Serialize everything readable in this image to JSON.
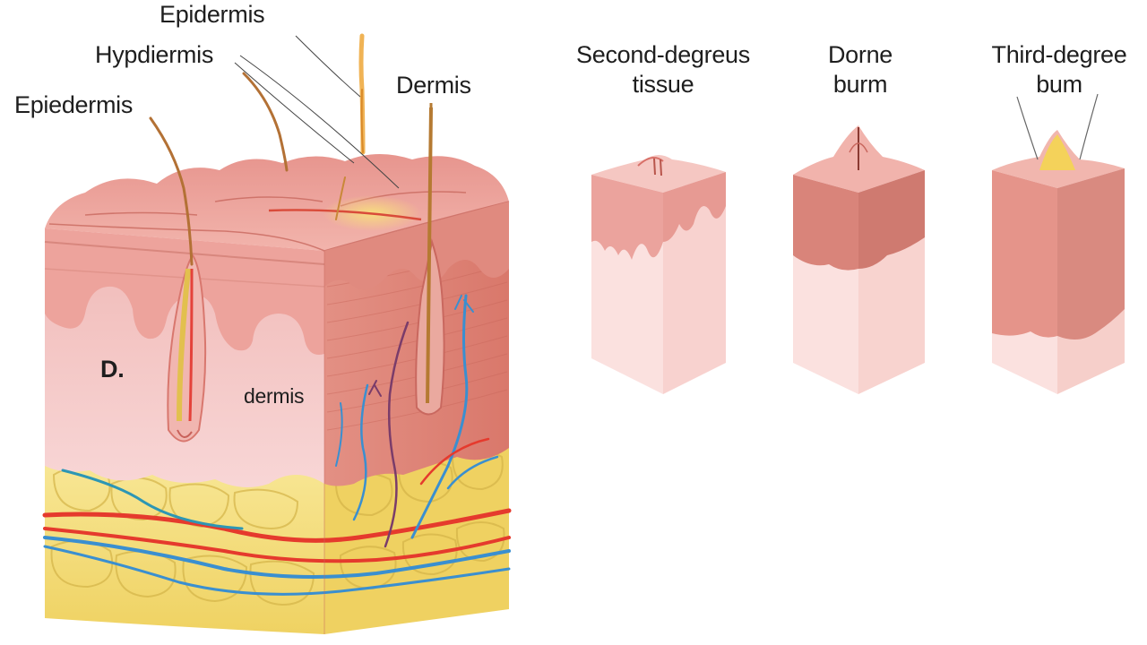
{
  "labels": {
    "epidermis_top": "Epidermis",
    "hypodermis": "Hypdiermis",
    "epidermis_left": "Epiedermis",
    "dermis_right": "Dermis",
    "d_letter": "D.",
    "dermis_inner": "dermis"
  },
  "burn_types": [
    {
      "line1": "Second-degreus",
      "line2": "tissue"
    },
    {
      "line1": "Dorne",
      "line2": "burm"
    },
    {
      "line1": "Third-degree",
      "line2": "bum"
    }
  ],
  "colors": {
    "epidermis": "#e9a8a4",
    "dermis": "#f4c9c8",
    "fat": "#f3dc78",
    "artery": "#e63b2e",
    "vein": "#3a8fd0",
    "hair": "#c9781e",
    "muscle_side": "#d67d72"
  },
  "icons": [
    "hair-follicle-icon",
    "blood-vessel-icon",
    "fat-lobule-icon"
  ]
}
